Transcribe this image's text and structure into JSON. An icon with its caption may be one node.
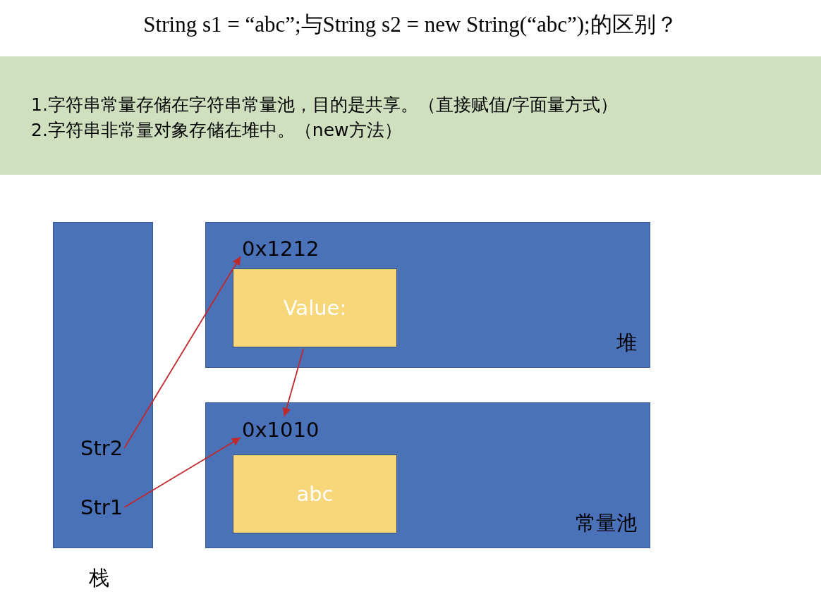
{
  "diagram": {
    "title": "String s1 = “abc”;与String s2 = new String(“abc”);的区别？",
    "nodes": [
      {
        "text": [
          "1.字符串常量存储在字符串常量池，目的是共享。（直接赋值/字面量方式）",
          "2.字符串非常量对象存储在堆中。（new方法）"
        ]
      },
      {
        "text": [
          "栈"
        ]
      },
      {
        "text": [
          "Str2"
        ],
        "in": 1
      },
      {
        "text": [
          "Str1"
        ],
        "in": 1
      },
      {
        "text": [
          "堆"
        ]
      },
      {
        "text": [
          "0x1212"
        ],
        "in": 4
      },
      {
        "text": [
          "Value:"
        ],
        "in": 4
      },
      {
        "text": [
          "常量池"
        ]
      },
      {
        "text": [
          "0x1010"
        ],
        "in": 7
      },
      {
        "text": [
          "abc"
        ],
        "in": 7
      }
    ],
    "edges": [
      {
        "from": 2,
        "to": 5,
        "arrow": "to"
      },
      {
        "from": 3,
        "to": 8,
        "arrow": "to"
      },
      {
        "from": 6,
        "to": 8,
        "arrow": "to"
      }
    ]
  }
}
